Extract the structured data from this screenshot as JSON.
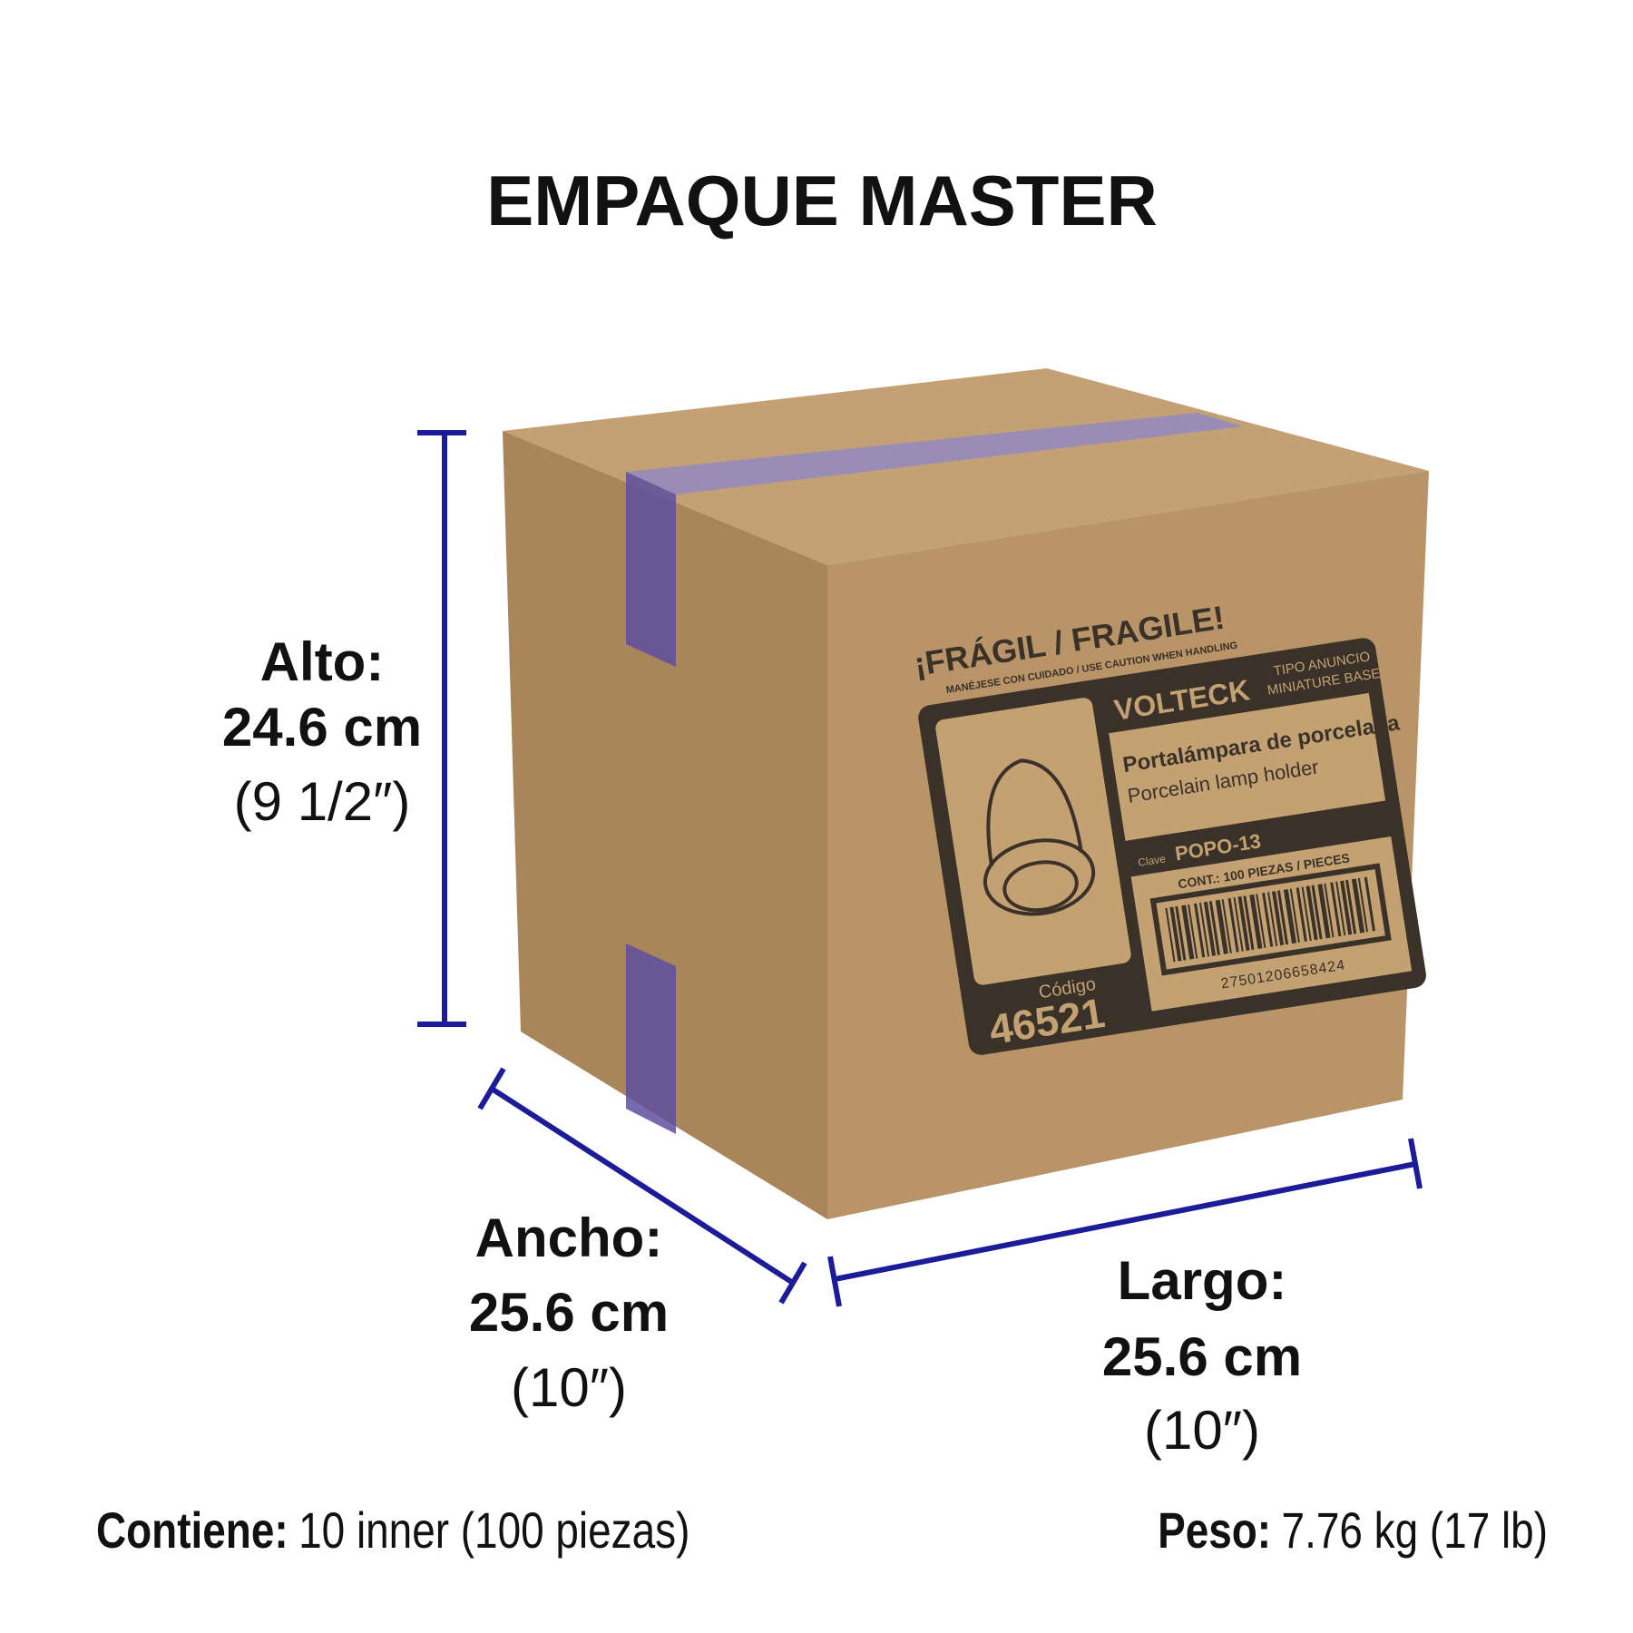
{
  "title": "EMPAQUE MASTER",
  "colors": {
    "dimension_line": "#1c1c9a",
    "cardboard": "#b89468",
    "print": "#3a3128"
  },
  "dimensions": {
    "alto": {
      "label": "Alto:",
      "metric": "24.6 cm",
      "imperial": "(9 1/2″)"
    },
    "ancho": {
      "label": "Ancho:",
      "metric": "25.6 cm",
      "imperial": "(10″)"
    },
    "largo": {
      "label": "Largo:",
      "metric": "25.6 cm",
      "imperial": "(10″)"
    }
  },
  "contents": {
    "label": "Contiene:",
    "value": "10 inner (100 piezas)"
  },
  "weight": {
    "label": "Peso:",
    "value": "7.76 kg (17 lb)"
  },
  "box_print": {
    "fragile": "¡FRÁGIL / FRAGILE!",
    "caution": "MANÉJESE CON CUIDADO / USE CAUTION WHEN HANDLING",
    "brand": "VOLTECK",
    "type": "TIPO ANUNCIO",
    "type_en": "MINIATURE BASE",
    "product": "Portalámpara de porcelana",
    "product_en": "Porcelain lamp holder",
    "clave_label": "Clave",
    "clave": "POPO-13",
    "contents": "CONT.: 100 PIEZAS / PIECES",
    "barcode": "27501206658424",
    "codigo_label": "Código",
    "codigo": "46521"
  }
}
